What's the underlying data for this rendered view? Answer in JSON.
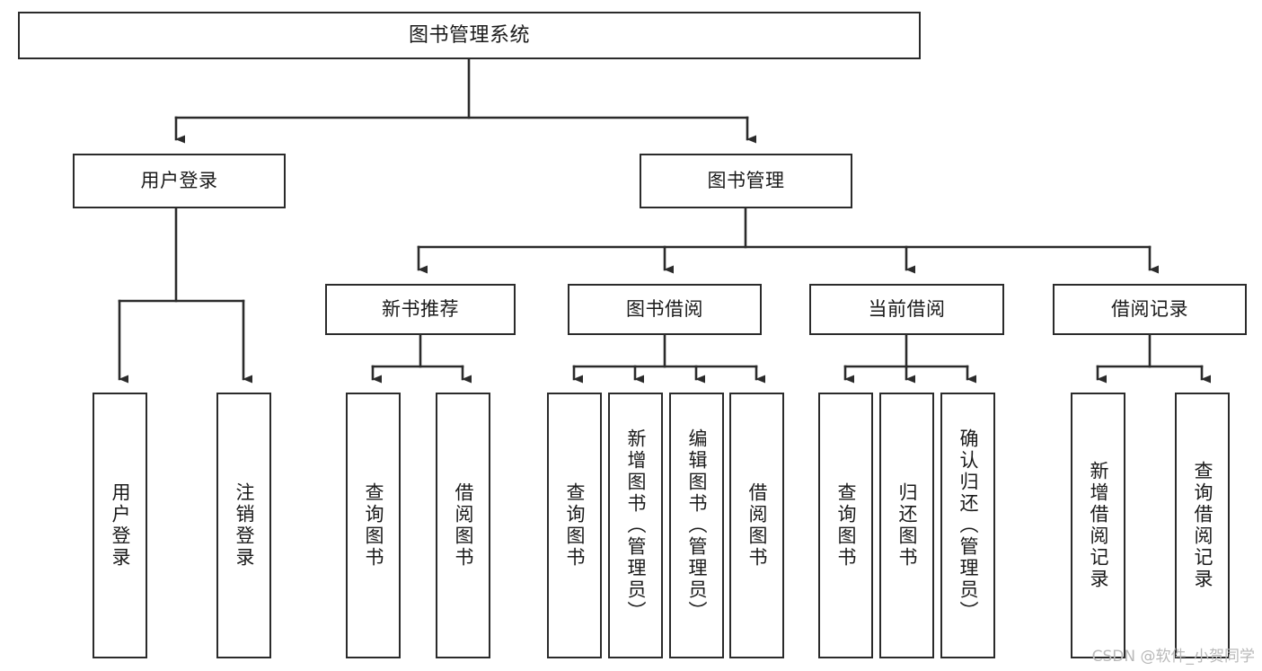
{
  "diagram": {
    "title": "图书管理系统",
    "type": "tree-hierarchy",
    "watermark": "CSDN @软件_小贺同学",
    "colors": {
      "stroke": "#2b2b2b",
      "fill": "#ffffff",
      "text": "#1a1a1a",
      "watermark": "#b9b9b9"
    }
  },
  "nodes": {
    "root": {
      "label": "图书管理系统"
    },
    "level2": [
      {
        "id": "user-login",
        "label": "用户登录"
      },
      {
        "id": "book-manage",
        "label": "图书管理"
      }
    ],
    "level3": [
      {
        "id": "new-book-recommend",
        "label": "新书推荐"
      },
      {
        "id": "book-borrow",
        "label": "图书借阅"
      },
      {
        "id": "current-borrow",
        "label": "当前借阅"
      },
      {
        "id": "borrow-record",
        "label": "借阅记录"
      }
    ],
    "leaves": {
      "user-login": [
        {
          "id": "leaf-user-login",
          "label": "用户登录"
        },
        {
          "id": "leaf-logout-login",
          "label": "注销登录"
        }
      ],
      "new-book-recommend": [
        {
          "id": "leaf-query-book-1",
          "label": "查询图书"
        },
        {
          "id": "leaf-borrow-book-1",
          "label": "借阅图书"
        }
      ],
      "book-borrow": [
        {
          "id": "leaf-query-book-2",
          "label": "查询图书"
        },
        {
          "id": "leaf-add-book",
          "label": "新增图书（管理员）"
        },
        {
          "id": "leaf-edit-book",
          "label": "编辑图书（管理员）"
        },
        {
          "id": "leaf-borrow-book-2",
          "label": "借阅图书"
        }
      ],
      "current-borrow": [
        {
          "id": "leaf-query-book-3",
          "label": "查询图书"
        },
        {
          "id": "leaf-return-book",
          "label": "归还图书"
        },
        {
          "id": "leaf-confirm-return",
          "label": "确认归还（管理员）"
        }
      ],
      "borrow-record": [
        {
          "id": "leaf-add-borrow-record",
          "label": "新增借阅记录"
        },
        {
          "id": "leaf-query-borrow-record",
          "label": "查询借阅记录"
        }
      ]
    }
  }
}
